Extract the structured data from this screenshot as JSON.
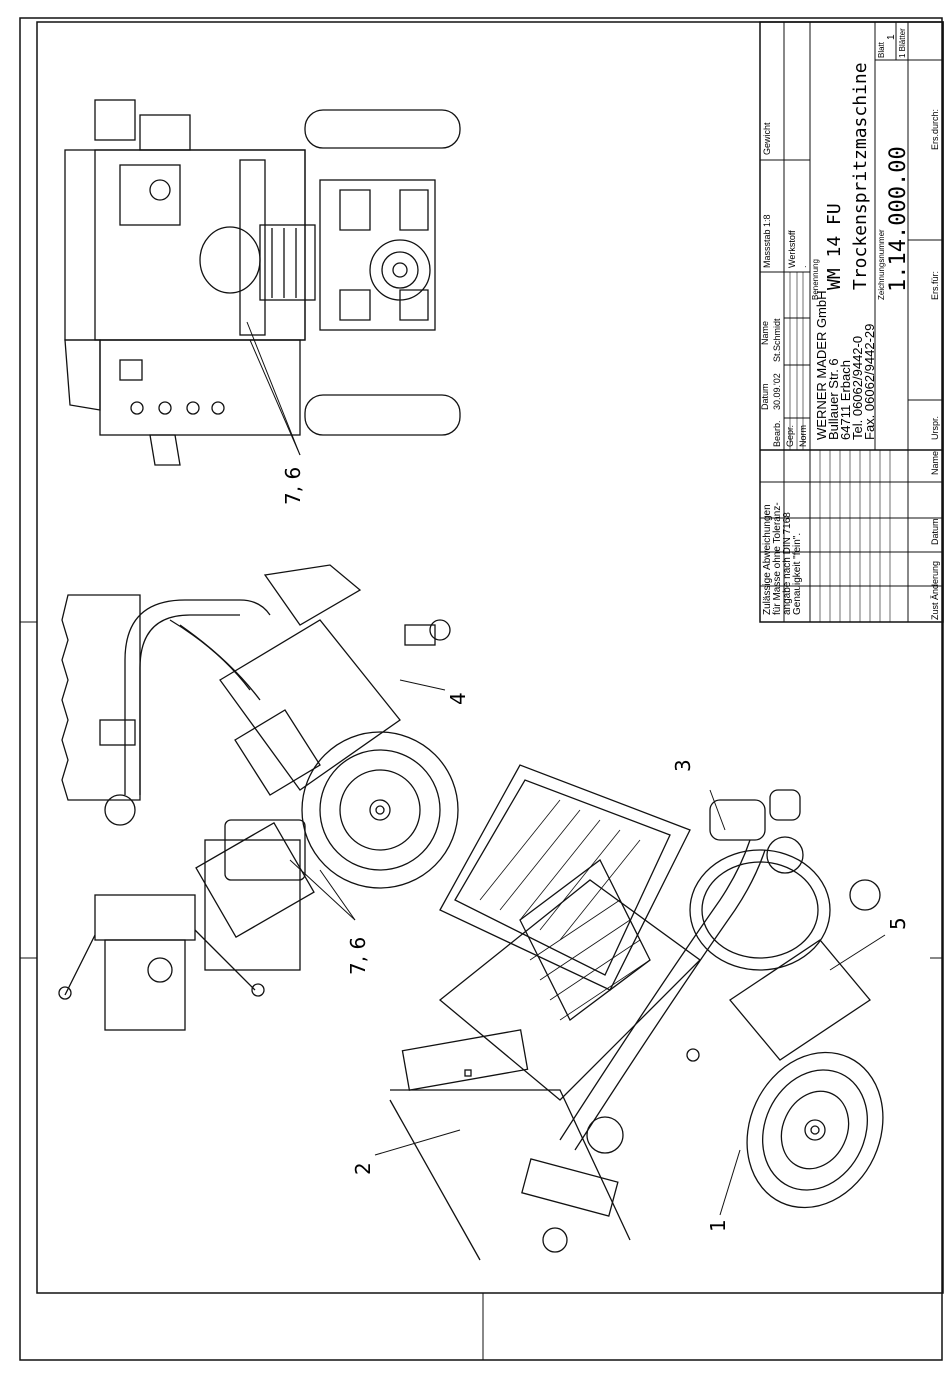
{
  "tolerance_note": {
    "line1": "Zulässige Abweichungen",
    "line2": "für Masse ohne Toleranz-",
    "line3": "angabe nach DIN 7168",
    "line4": "Genauigkeit \"fein\"."
  },
  "revision_table": {
    "zust": "Zust",
    "aenderung": "Änderung",
    "datum": "Datum",
    "name": "Name",
    "urspr": "Urspr.",
    "ers_fuer": "Ers.für:",
    "ers_durch": "Ers.durch:"
  },
  "approval": {
    "datum_header": "Datum",
    "name_header": "Name",
    "bearb_label": "Bearb.",
    "bearb_date": "30.09.'02",
    "bearb_name": "St.Schmidt",
    "gepr_label": "Gepr.",
    "norm_label": "Norm",
    "dot": "."
  },
  "scale": {
    "label": "Massstab 1:8"
  },
  "weight": {
    "label": "Gewicht"
  },
  "material": {
    "label": "Werkstoff",
    "value": "."
  },
  "company": {
    "name": "WERNER MADER GmbH",
    "street": "Bullauer Str. 6",
    "city": "64711 Erbach",
    "tel": "Tel. 06062/9442-0",
    "fax": "Fax. 06062/9442-29"
  },
  "designation": {
    "label": "Benennung",
    "model": "WM 14 FU",
    "product": "Trockenspritzmaschine"
  },
  "drawing_number": {
    "label": "Zeichnungsnummer",
    "value": "1.14.000.00"
  },
  "sheet_info": {
    "blatt_label": "Blatt",
    "blatt_value": "1",
    "blaetter": "1 Blätter"
  },
  "callouts": {
    "c1": "1",
    "c2": "2",
    "c3": "3",
    "c4": "4",
    "c5": "5",
    "c76a": "7, 6",
    "c76b": "7, 6"
  }
}
